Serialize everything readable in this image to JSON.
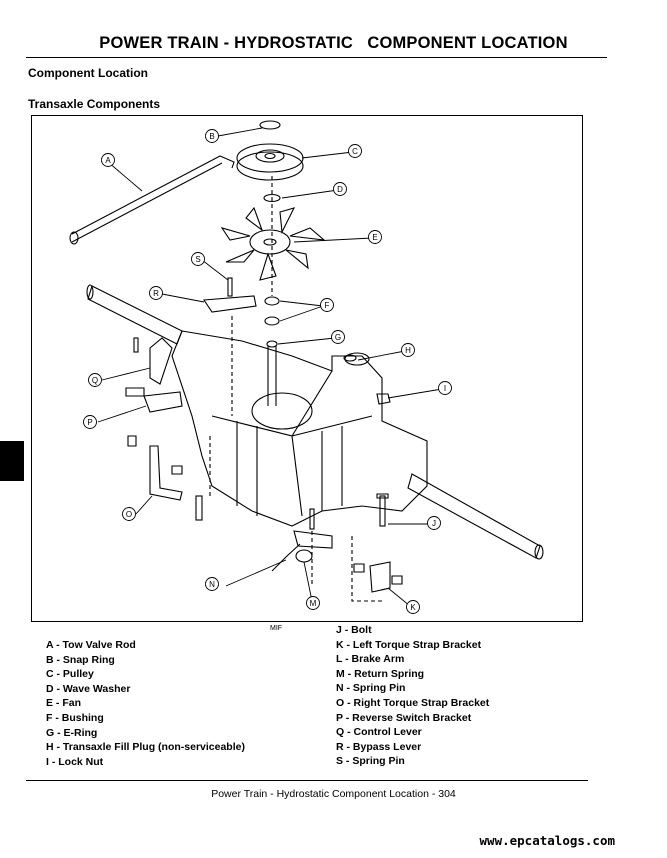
{
  "page_title": "POWER TRAIN - HYDROSTATIC   COMPONENT LOCATION",
  "section_heading": "Component Location",
  "subsection_heading": "Transaxle Components",
  "figure_code": "MIF",
  "callouts": [
    "A",
    "B",
    "C",
    "D",
    "E",
    "F",
    "G",
    "H",
    "I",
    "J",
    "K",
    "M",
    "N",
    "O",
    "P",
    "Q",
    "R",
    "S"
  ],
  "legend_left": [
    "A - Tow Valve Rod",
    "B - Snap Ring",
    "C - Pulley",
    "D - Wave Washer",
    "E - Fan",
    "F - Bushing",
    "G - E-Ring",
    "H - Transaxle Fill Plug (non-serviceable)",
    "I  - Lock Nut"
  ],
  "legend_right": [
    "J  - Bolt",
    "K - Left Torque Strap Bracket",
    "L  - Brake Arm",
    "M - Return Spring",
    "N - Spring Pin",
    "O - Right Torque Strap Bracket",
    "P - Reverse Switch Bracket",
    "Q - Control Lever",
    "R - Bypass Lever",
    "S - Spring Pin"
  ],
  "footer_text": "Power Train - Hydrostatic   Component Location  - 304",
  "watermark": "www.epcatalogs.com"
}
